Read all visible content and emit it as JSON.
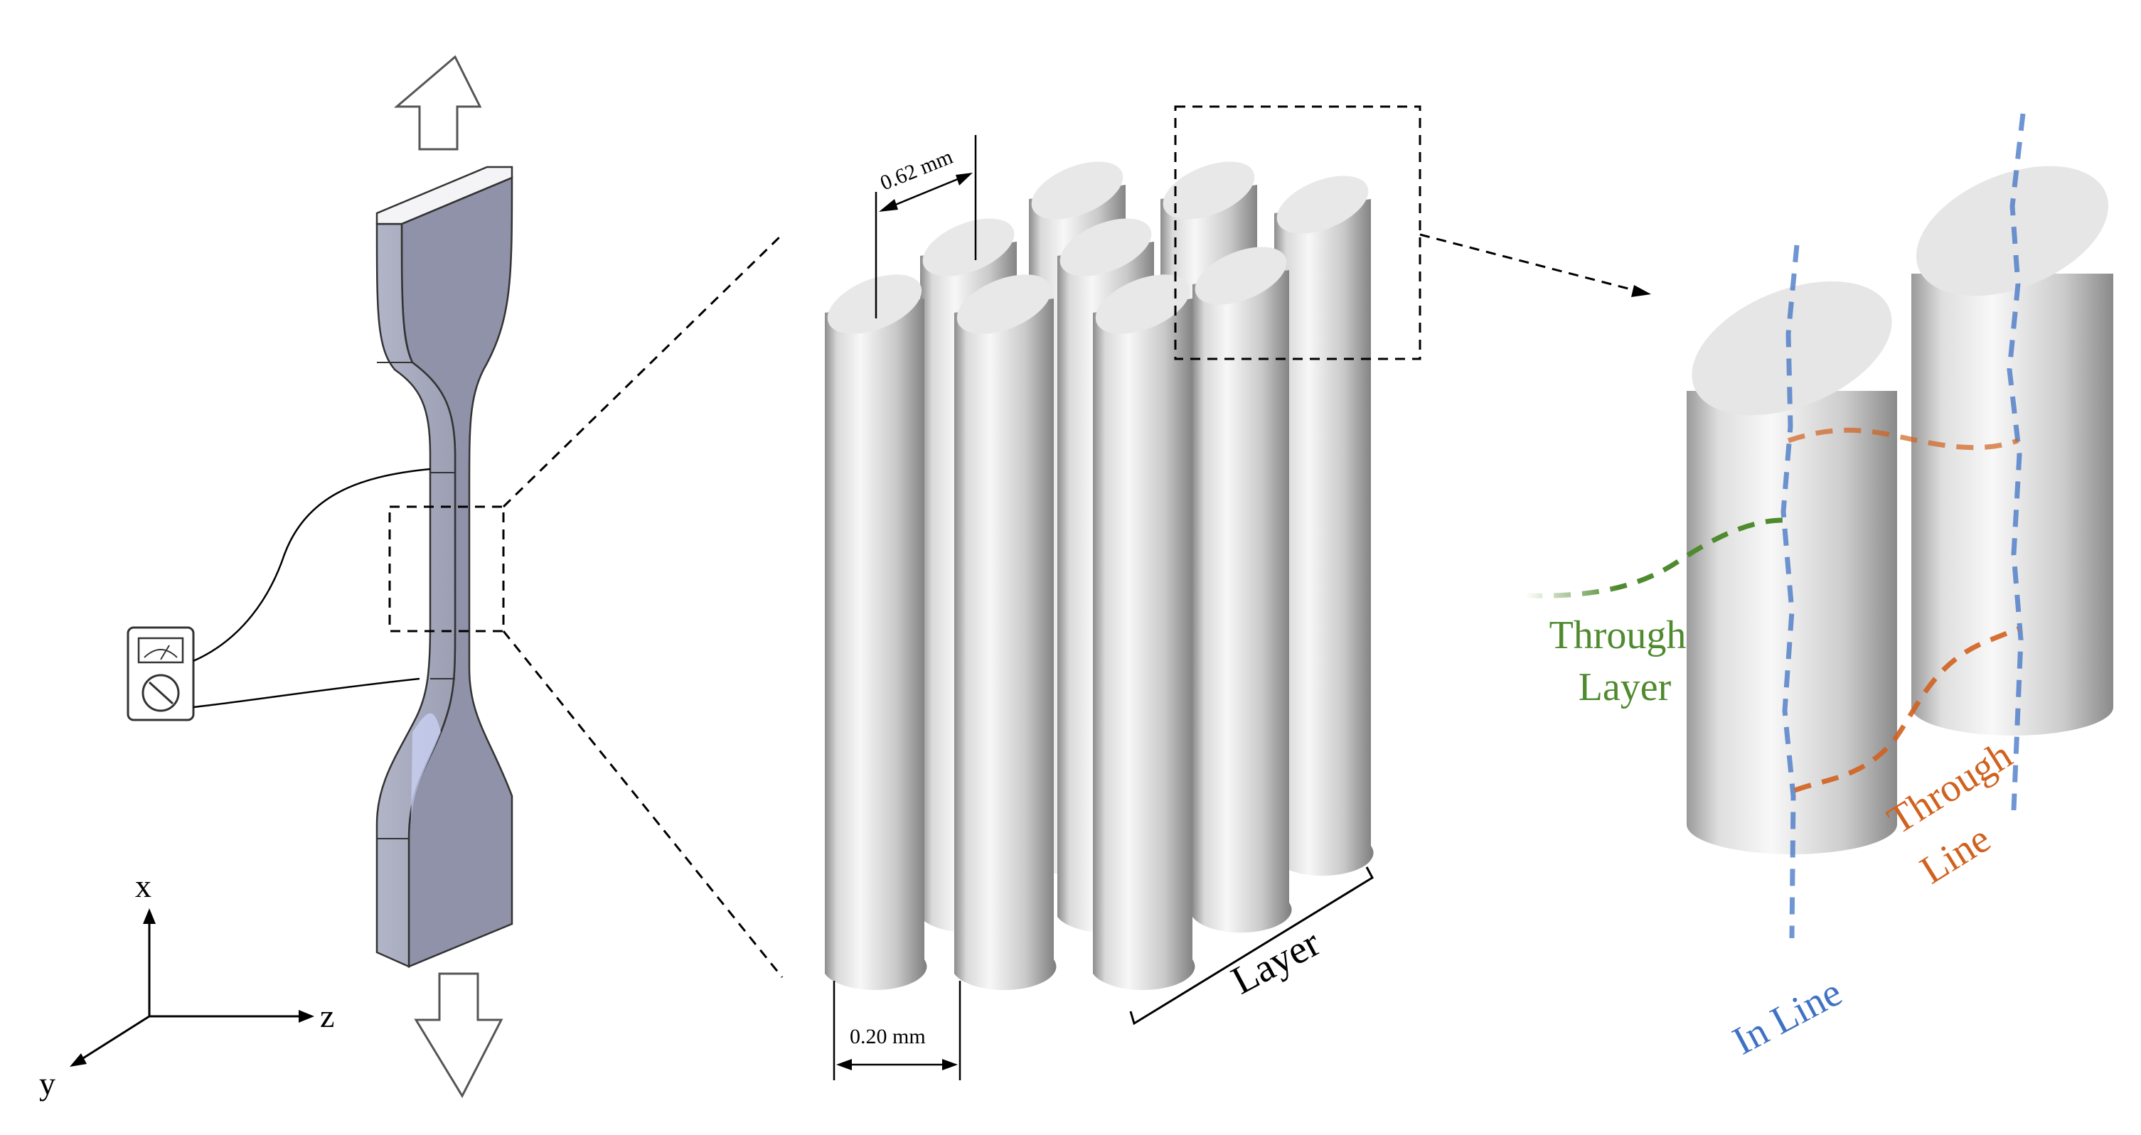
{
  "labels": {
    "spacing_line": "0.62 mm",
    "spacing_layer": "0.20 mm",
    "layer": "Layer",
    "through_layer_1": "Through",
    "through_layer_2": "Layer",
    "through_line_1": "Through",
    "through_line_2": "Line",
    "in_line": "In Line",
    "axis_x": "x",
    "axis_y": "y",
    "axis_z": "z"
  },
  "colors": {
    "specimen_face": "#a7aabd",
    "specimen_side": "#8c8fa4",
    "specimen_top": "#f4f4f6",
    "strand_top": "#e8e8e8",
    "through_layer": "#4f8a2f",
    "through_line": "#d1611e",
    "in_line": "#3f72c4"
  },
  "icons": [
    "tensile-arrow-up-icon",
    "tensile-arrow-down-icon",
    "multimeter-icon"
  ]
}
